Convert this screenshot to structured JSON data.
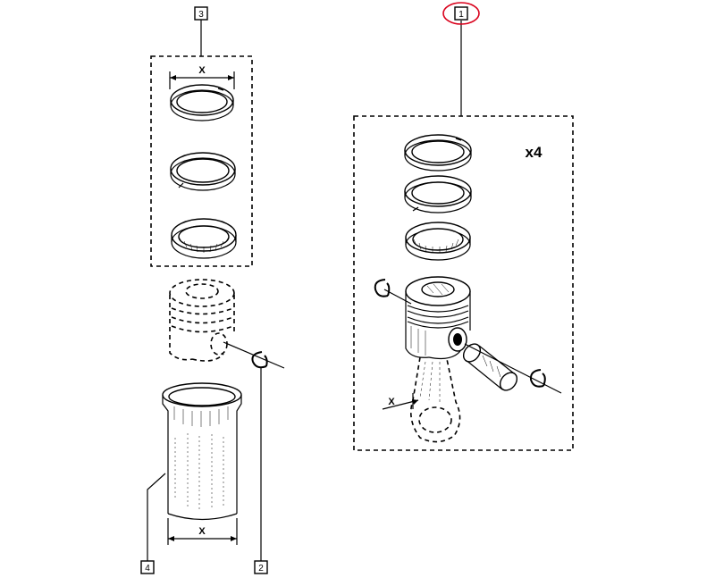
{
  "callouts": {
    "c1": "1",
    "c2": "2",
    "c3": "3",
    "c4": "4"
  },
  "dimensions": {
    "ring_set_width": "X",
    "liner_width": "X",
    "rod_dimension": "X"
  },
  "quantity": "x4",
  "colors": {
    "line": "#000000",
    "highlight": "#d9001b",
    "background": "#ffffff"
  }
}
